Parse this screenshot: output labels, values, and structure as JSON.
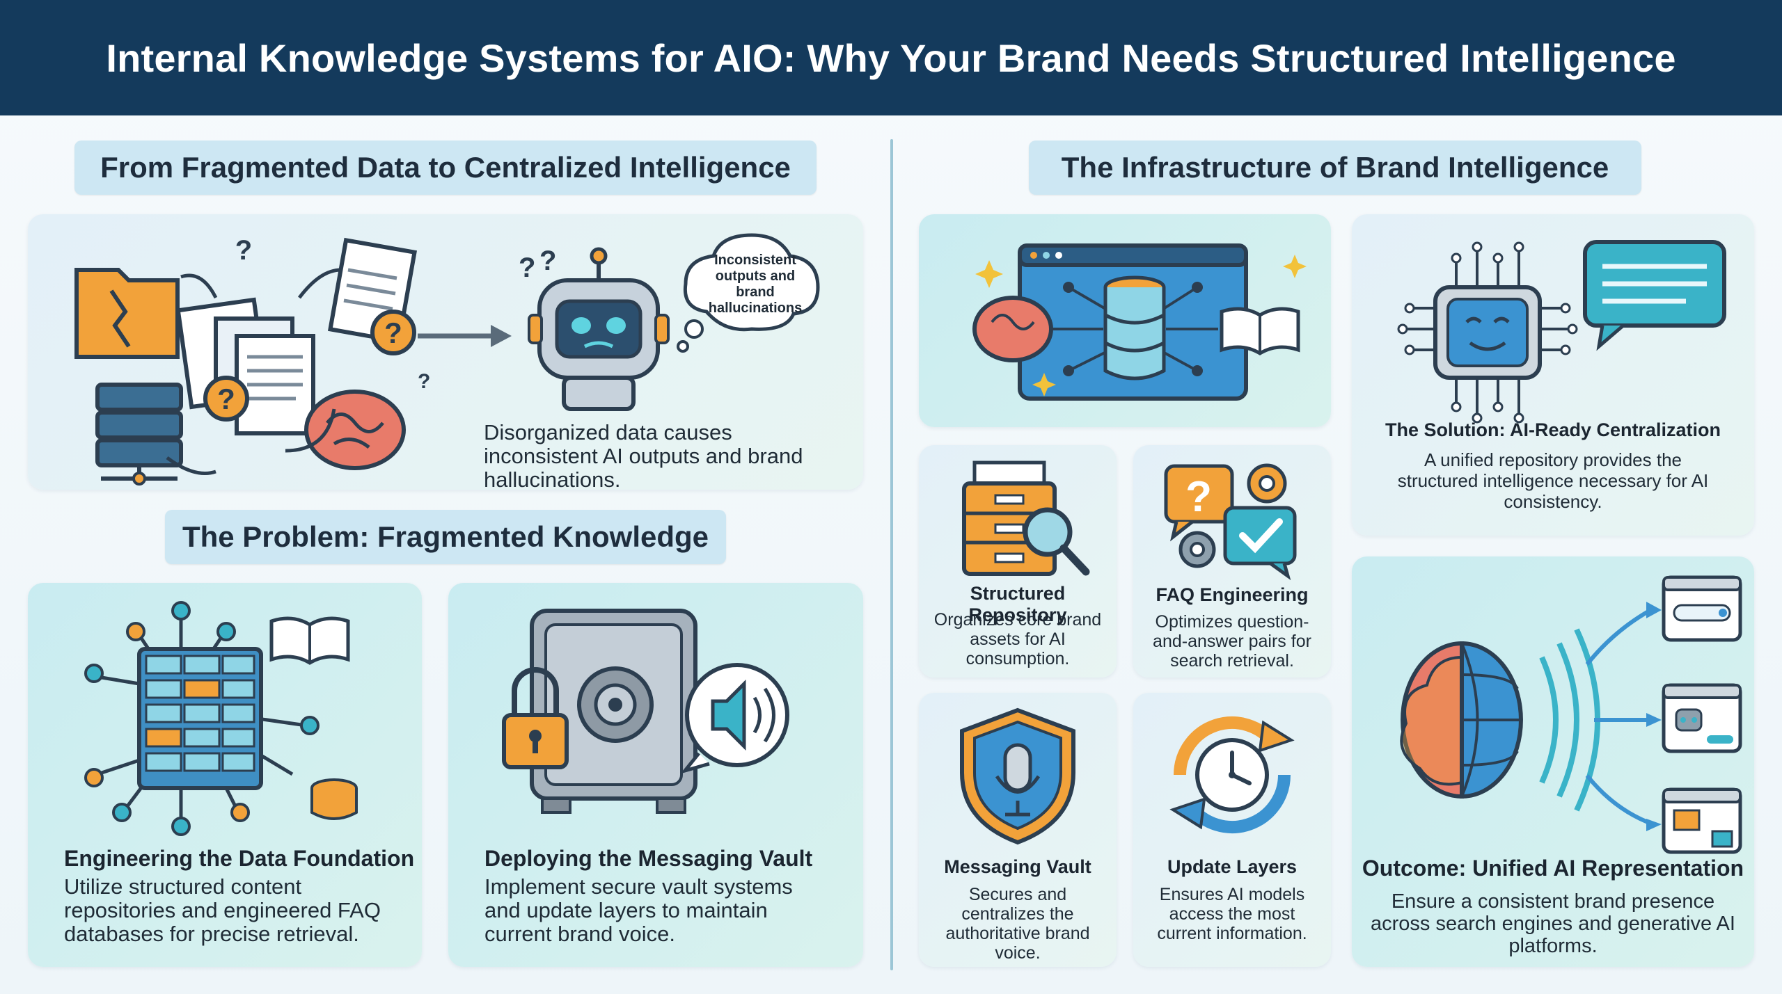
{
  "title": "Internal Knowledge Systems for AIO: Why Your Brand Needs Structured Intelligence",
  "left": {
    "section1_title": "From Fragmented Data to Centralized Intelligence",
    "cloud_text": "Inconsistent outputs and brand hallucinations",
    "section1_caption": "Disorganized data causes inconsistent AI outputs and brand hallucinations.",
    "section2_title": "The Problem: Fragmented Knowledge",
    "card_foundation": {
      "title": "Engineering the Data Foundation",
      "body": "Utilize structured content repositories and engineered FAQ databases for precise retrieval."
    },
    "card_vault": {
      "title": "Deploying the Messaging Vault",
      "body": "Implement secure vault systems and update layers to maintain current brand voice."
    }
  },
  "right": {
    "section_title": "The Infrastructure of Brand Intelligence",
    "solution": {
      "title": "The Solution: AI-Ready Centralization",
      "body": "A unified repository provides the structured intelligence necessary for AI consistency."
    },
    "structured_repository": {
      "title": "Structured Repository",
      "body": "Organizes core brand assets for AI consumption."
    },
    "faq_engineering": {
      "title": "FAQ Engineering",
      "body": "Optimizes question-and-answer pairs for search retrieval."
    },
    "messaging_vault": {
      "title": "Messaging Vault",
      "body": "Secures and centralizes the authoritative brand voice."
    },
    "update_layers": {
      "title": "Update Layers",
      "body": "Ensures AI models access the most current information."
    },
    "outcome": {
      "title": "Outcome: Unified AI Representation",
      "body": "Ensure a consistent brand presence across search engines and generative AI platforms."
    }
  },
  "colors": {
    "header": "#143a5c",
    "pill": "#cde7f3",
    "accent_blue": "#2f7fb5",
    "accent_orange": "#f2a23a",
    "accent_teal": "#3ab3c8"
  }
}
